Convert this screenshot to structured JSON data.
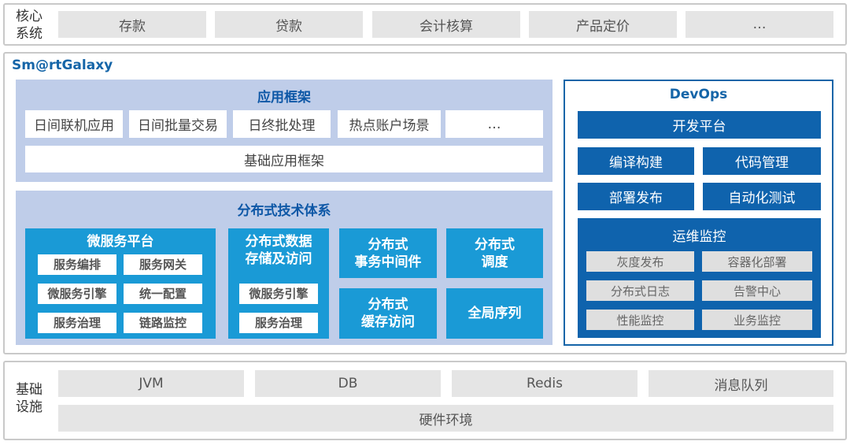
{
  "core": {
    "label": "核心\n系统",
    "items": [
      "存款",
      "贷款",
      "会计核算",
      "产品定价",
      "…"
    ]
  },
  "smartgalaxy": {
    "brand": "Sm@rtGalaxy",
    "app_framework": {
      "title": "应用框架",
      "items": [
        "日间联机应用",
        "日间批量交易",
        "日终批处理",
        "热点账户场景",
        "…"
      ],
      "base": "基础应用框架"
    },
    "distributed": {
      "title": "分布式技术体系",
      "microservice": {
        "title": "微服务平台",
        "items": [
          "服务编排",
          "服务网关",
          "微服务引擎",
          "统一配置",
          "服务治理",
          "链路监控"
        ]
      },
      "storage": {
        "title": "分布式数据\n存储及访问",
        "items": [
          "微服务引擎",
          "服务治理"
        ]
      },
      "middleware": "分布式\n事务中间件",
      "schedule": "分布式\n调度",
      "cache": "分布式\n缓存访问",
      "sequence": "全局序列"
    },
    "devops": {
      "title": "DevOps",
      "dev_platform": "开发平台",
      "build": "编译构建",
      "code": "代码管理",
      "deploy": "部署发布",
      "test": "自动化测试",
      "ops": {
        "title": "运维监控",
        "items": [
          "灰度发布",
          "容器化部署",
          "分布式日志",
          "告警中心",
          "性能监控",
          "业务监控"
        ]
      }
    }
  },
  "infra": {
    "label": "基础\n设施",
    "items": [
      "JVM",
      "DB",
      "Redis",
      "消息队列"
    ],
    "hardware": "硬件环境"
  },
  "colors": {
    "brand_blue": "#1565a8",
    "panel_bg": "#bfcde9",
    "light_blue": "#1a9ad6",
    "dark_blue": "#0f63ad",
    "gray": "#e5e5e5"
  }
}
